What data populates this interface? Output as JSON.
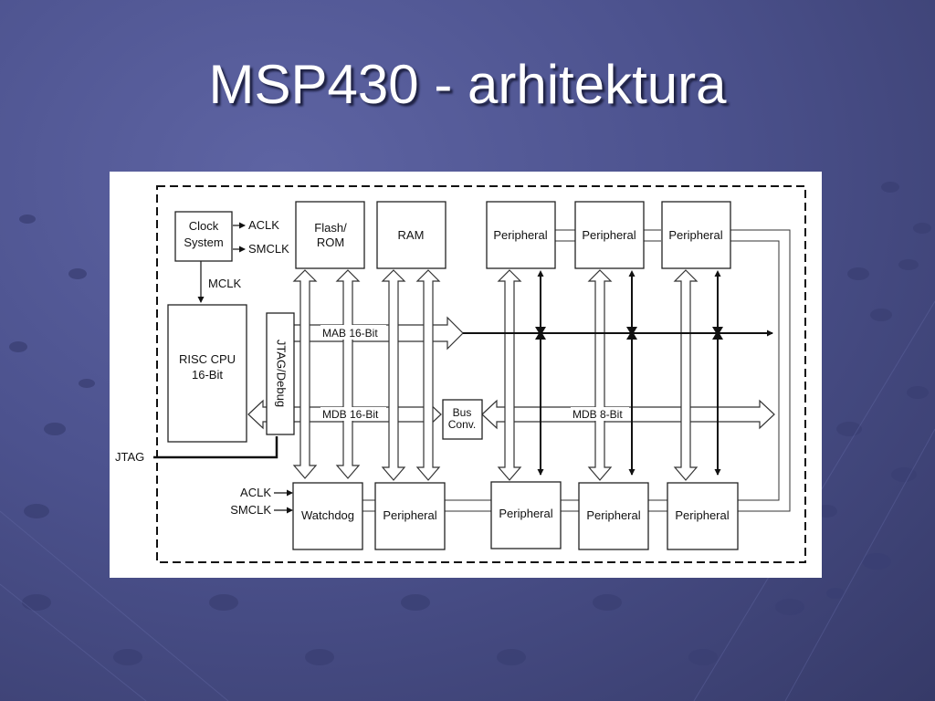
{
  "slide": {
    "title": "MSP430 - arhitektura"
  },
  "diagram": {
    "blocks": {
      "clock_line1": "Clock",
      "clock_line2": "System",
      "flash_line1": "Flash/",
      "flash_line2": "ROM",
      "ram": "RAM",
      "peripheral": "Peripheral",
      "cpu_line1": "RISC CPU",
      "cpu_line2": "16-Bit",
      "jtag_debug": "JTAG/Debug",
      "bus_conv_line1": "Bus",
      "bus_conv_line2": "Conv.",
      "watchdog": "Watchdog"
    },
    "signals": {
      "aclk": "ACLK",
      "smclk": "SMCLK",
      "mclk": "MCLK",
      "jtag": "JTAG"
    },
    "buses": {
      "mab": "MAB 16-Bit",
      "mdb16": "MDB 16-Bit",
      "mdb8": "MDB 8-Bit"
    }
  }
}
